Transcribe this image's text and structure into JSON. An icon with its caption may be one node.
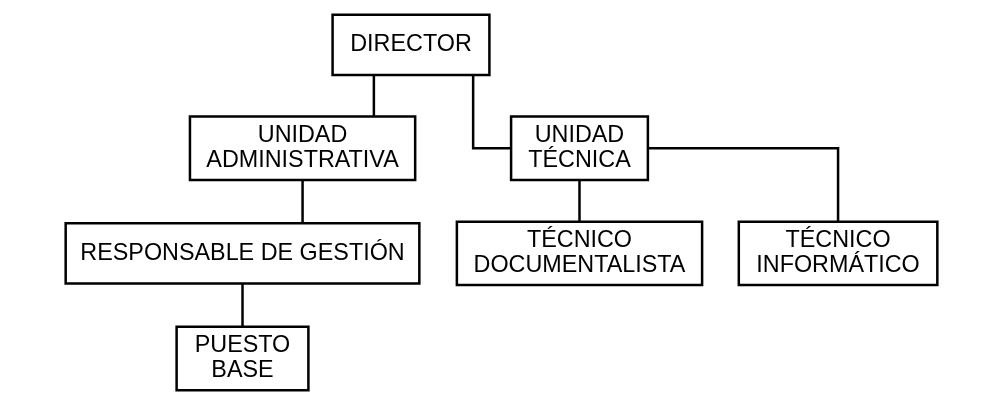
{
  "diagram": {
    "nodes": [
      {
        "text": [
          "DIRECTOR"
        ]
      },
      {
        "text": [
          "UNIDAD ADMINISTRATIVA"
        ]
      },
      {
        "text": [
          "UNIDAD TÉCNICA"
        ]
      },
      {
        "text": [
          "RESPONSABLE DE GESTIÓN"
        ]
      },
      {
        "text": [
          "TÉCNICO DOCUMENTALISTA"
        ]
      },
      {
        "text": [
          "TÉCNICO INFORMÁTICO"
        ]
      },
      {
        "text": [
          "PUESTO BASE"
        ]
      }
    ],
    "edges": [
      {
        "from": 0,
        "to": 1,
        "arrow": "none"
      },
      {
        "from": 0,
        "to": 2,
        "arrow": "none"
      },
      {
        "from": 1,
        "to": 3,
        "arrow": "none"
      },
      {
        "from": 2,
        "to": 4,
        "arrow": "none"
      },
      {
        "from": 2,
        "to": 5,
        "arrow": "none"
      },
      {
        "from": 3,
        "to": 6,
        "arrow": "none"
      }
    ]
  }
}
